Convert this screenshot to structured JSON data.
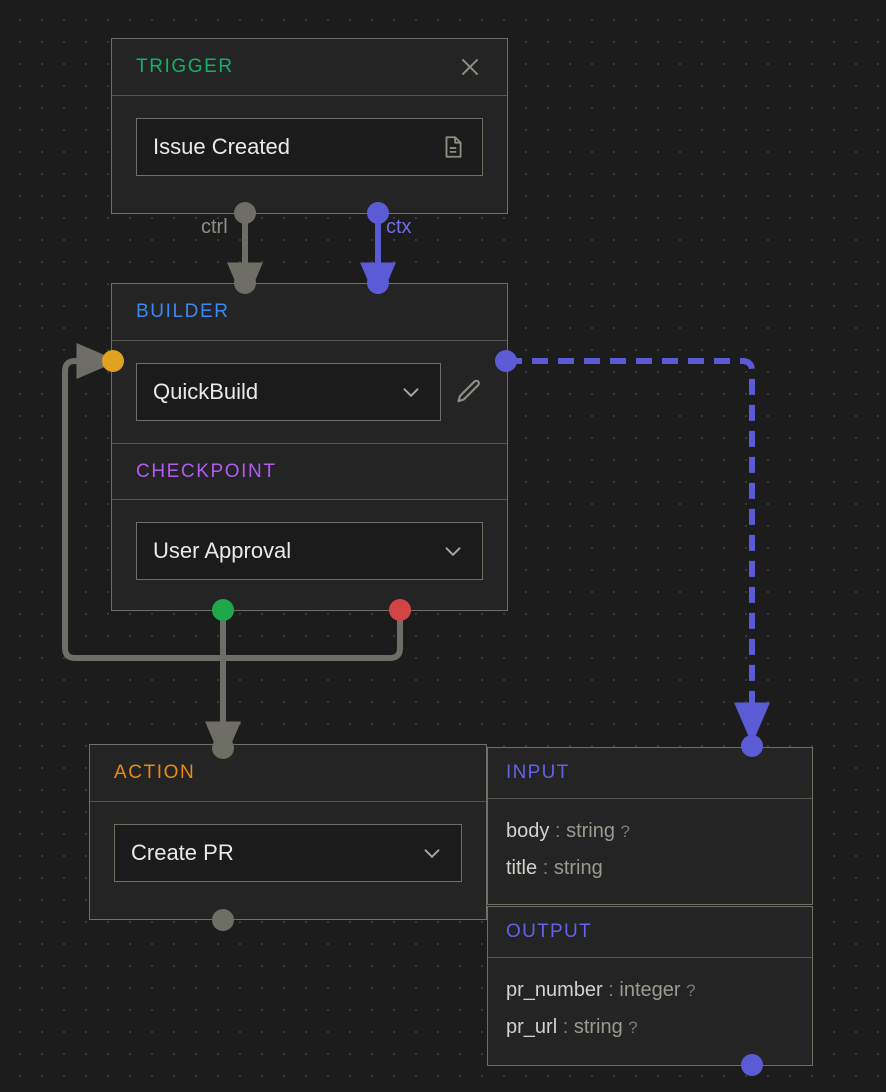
{
  "canvas": {
    "background": "#1c1c1c",
    "grid": "dots"
  },
  "nodes": {
    "trigger": {
      "title": "TRIGGER",
      "color": "#12b06a",
      "close_icon": "close-icon",
      "field_value": "Issue Created",
      "field_icon": "document-icon",
      "ports": [
        {
          "name": "ctrl",
          "label": "ctrl",
          "color": "#6e6e66",
          "side": "bottom"
        },
        {
          "name": "ctx",
          "label": "ctx",
          "color": "#5b5bd6",
          "side": "bottom"
        }
      ]
    },
    "builder": {
      "title": "BUILDER",
      "color": "#3b88f5",
      "field_value": "QuickBuild",
      "field_icon": "chevron-down-icon",
      "edit_icon": "pencil-icon",
      "ports": [
        {
          "name": "ctrl-in",
          "color": "#6e6e66",
          "side": "top"
        },
        {
          "name": "ctx-in",
          "color": "#5b5bd6",
          "side": "top"
        },
        {
          "name": "retry-in",
          "color": "#e0a020",
          "side": "left"
        },
        {
          "name": "ctx-out",
          "color": "#5b5bd6",
          "side": "right"
        }
      ]
    },
    "checkpoint": {
      "title": "CHECKPOINT",
      "color": "#b05cf0",
      "field_value": "User Approval",
      "field_icon": "chevron-down-icon",
      "ports": [
        {
          "name": "approve",
          "color": "#1fa84a",
          "side": "bottom"
        },
        {
          "name": "reject",
          "color": "#d14545",
          "side": "bottom"
        }
      ]
    },
    "action": {
      "title": "ACTION",
      "color": "#e98a12",
      "field_value": "Create PR",
      "field_icon": "chevron-down-icon",
      "ports": [
        {
          "name": "ctrl-in",
          "color": "#6e6e66",
          "side": "top"
        },
        {
          "name": "ctrl-out",
          "color": "#6e6e66",
          "side": "bottom"
        }
      ]
    }
  },
  "panels": {
    "input": {
      "title": "INPUT",
      "color": "#6262e8",
      "fields": [
        {
          "name": "body",
          "type": "string",
          "optional": "?"
        },
        {
          "name": "title",
          "type": "string",
          "optional": ""
        }
      ],
      "port": {
        "name": "ctx-in",
        "color": "#5b5bd6"
      }
    },
    "output": {
      "title": "OUTPUT",
      "color": "#6262e8",
      "fields": [
        {
          "name": "pr_number",
          "type": "integer",
          "optional": "?"
        },
        {
          "name": "pr_url",
          "type": "string",
          "optional": "?"
        }
      ],
      "port": {
        "name": "ctx-out",
        "color": "#5b5bd6"
      }
    }
  },
  "edges": {
    "ctrl": {
      "label": "ctrl",
      "color": "#6e6e66",
      "style": "solid"
    },
    "ctx": {
      "label": "ctx",
      "color": "#5b5bd6",
      "style": "dashed"
    },
    "approve": {
      "label": "",
      "color": "#6e6e66",
      "style": "solid"
    },
    "reject": {
      "label": "",
      "color": "#6e6e66",
      "style": "solid"
    }
  },
  "separator": ":"
}
